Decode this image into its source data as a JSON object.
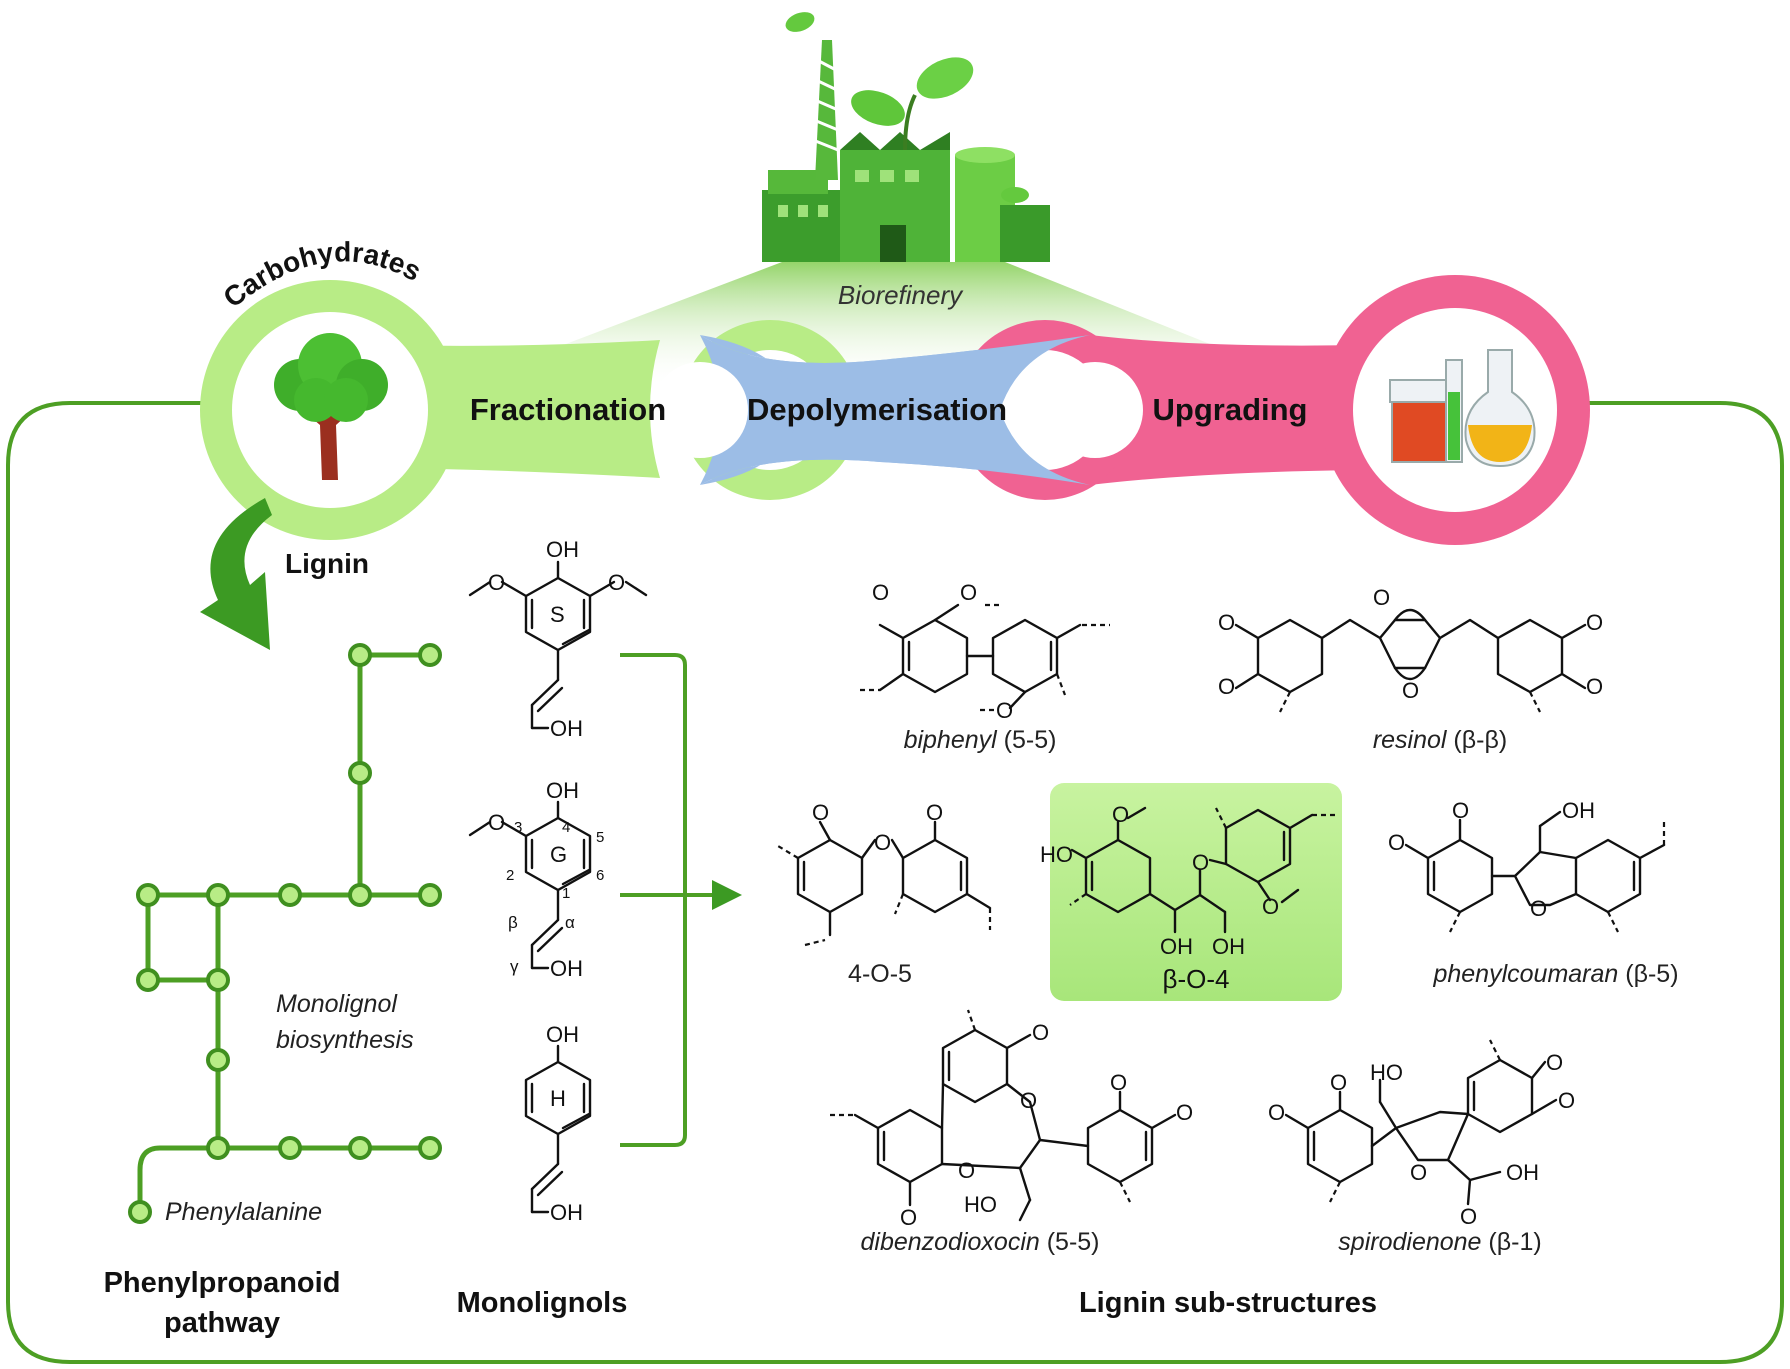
{
  "header": {
    "biorefinery": "Biorefinery",
    "carbohydrates": "Carbohydrates",
    "lignin": "Lignin"
  },
  "stages": {
    "fractionation": "Fractionation",
    "depolymerisation": "Depolymerisation",
    "upgrading": "Upgrading"
  },
  "pathway": {
    "phenylalanine": "Phenylalanine",
    "biosynthesis_line1": "Monolignol",
    "biosynthesis_line2": "biosynthesis"
  },
  "monolignols": {
    "s_unit": "S",
    "g_unit": "G",
    "h_unit": "H",
    "oh": "OH",
    "positions": [
      "1",
      "2",
      "3",
      "4",
      "5",
      "6"
    ],
    "alpha": "α",
    "beta": "β",
    "gamma": "γ"
  },
  "substructures": {
    "biphenyl": {
      "name": "biphenyl",
      "suffix": " (5-5)"
    },
    "resinol": {
      "name": "resinol",
      "suffix": " (β-β)"
    },
    "diaryl_ether": {
      "name": "4-O-5"
    },
    "beta_o_4": {
      "name": "β-O-4"
    },
    "phenylcoumaran": {
      "name": "phenylcoumaran",
      "suffix": " (β-5)"
    },
    "dibenzodioxocin": {
      "name": "dibenzodioxocin",
      "suffix": " (5-5)"
    },
    "spirodienone": {
      "name": "spirodienone",
      "suffix": " (β-1)"
    },
    "labels": {
      "oh": "OH",
      "ho": "HO",
      "o": "O"
    }
  },
  "footer": {
    "pathway_line1": "Phenylpropanoid",
    "pathway_line2": "pathway",
    "monolignols": "Monolignols",
    "lignin_substructures": "Lignin sub-structures"
  },
  "colors": {
    "green_frame": "#4d9f24",
    "light_green": "#b8ec86",
    "blue": "#9cbde6",
    "pink": "#f06292",
    "highlight": "#b6ec8a"
  }
}
